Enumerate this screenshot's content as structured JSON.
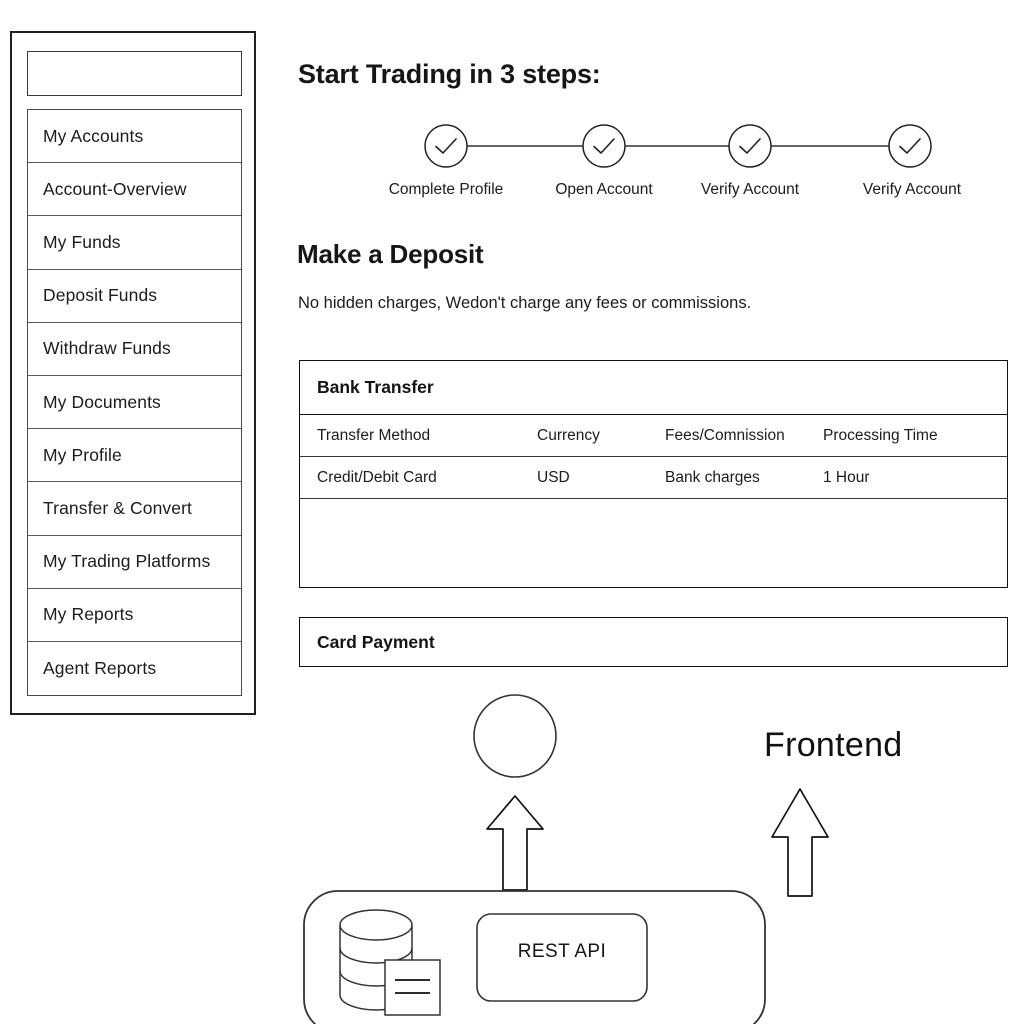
{
  "sidebar": {
    "search": {
      "value": "",
      "placeholder": ""
    },
    "items": [
      {
        "label": "My Accounts"
      },
      {
        "label": "Account-Overview"
      },
      {
        "label": "My Funds"
      },
      {
        "label": "Deposit Funds"
      },
      {
        "label": "Withdraw Funds"
      },
      {
        "label": "My Documents"
      },
      {
        "label": "My Profile"
      },
      {
        "label": "Transfer & Convert"
      },
      {
        "label": "My Trading Platforms"
      },
      {
        "label": "My Reports"
      },
      {
        "label": "Agent Reports"
      }
    ]
  },
  "main": {
    "steps_title": "Start Trading in 3 steps:",
    "stepper": {
      "steps": [
        {
          "label": "Complete Profile",
          "icon": "check-icon",
          "complete": true
        },
        {
          "label": "Open Account",
          "icon": "check-icon",
          "complete": true
        },
        {
          "label": "Verify Account",
          "icon": "check-icon",
          "complete": true
        },
        {
          "label": "Verify Account",
          "icon": "check-icon",
          "complete": true
        }
      ]
    },
    "deposit_title": "Make a Deposit",
    "deposit_subtitle": "No hidden charges, Wedon't charge any fees or commissions.",
    "bank_transfer": {
      "title": "Bank Transfer",
      "columns": [
        "Transfer Method",
        "Currency",
        "Fees/Comnission",
        "Processing Time"
      ],
      "rows": [
        [
          "Credit/Debit Card",
          "USD",
          "Bank charges",
          "1 Hour"
        ]
      ]
    },
    "card_payment": {
      "title": "Card Payment"
    }
  },
  "architecture": {
    "frontend_label": "Frontend",
    "rest_api_label": "REST API",
    "database_icon": "database-icon",
    "document_icon": "document-icon",
    "node_icon": "circle-node-icon",
    "arrow_icon": "arrow-up-icon"
  },
  "colors": {
    "stroke": "#111111",
    "text": "#1c1c1c",
    "background": "#ffffff",
    "border_light": "#5a5a5a"
  }
}
